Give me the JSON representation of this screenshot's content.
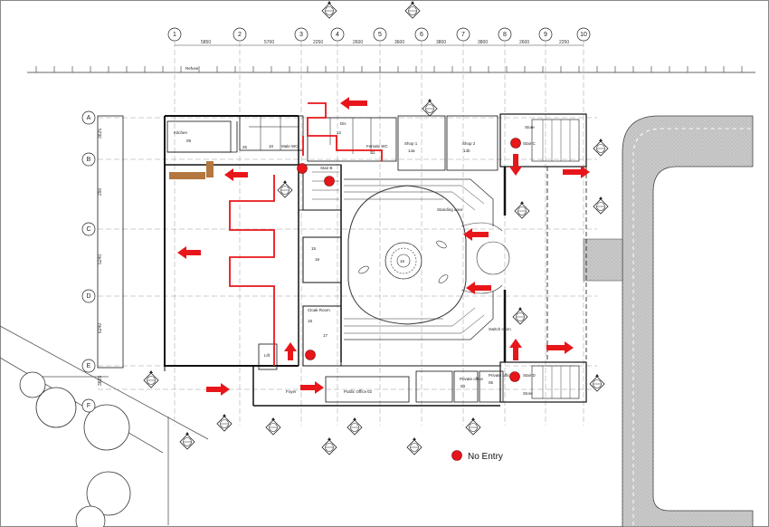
{
  "grid_columns": [
    "1",
    "2",
    "3",
    "4",
    "5",
    "6",
    "7",
    "8",
    "9",
    "10"
  ],
  "grid_rows": [
    "A",
    "B",
    "C",
    "D",
    "E",
    "F"
  ],
  "dimensions_top": [
    "5850",
    "5700",
    "2250",
    "2600",
    "3600",
    "3800",
    "3800",
    "2600",
    "2250"
  ],
  "dimensions_left": [
    "3625",
    "290",
    "5240",
    "6240",
    "3825"
  ],
  "top_label": "Refuse",
  "rooms": {
    "kitchen": "Kitchen",
    "male_wc": "Male WC",
    "dis": "Dis",
    "female_wc": "Female WC",
    "shop1": "Shop 1",
    "shop2": "Shop 2",
    "store_top": "Store",
    "stair_b": "Stair B",
    "stair_c": "Stair C",
    "stair_d": "Stair D",
    "standing_area": "Standing area",
    "cloak_room": "Cloak Room",
    "switch_room": "Switch room",
    "foyer": "Foyer",
    "public_office": "Public Office",
    "private_office1": "Private office",
    "private_office2": "Private office",
    "store_bottom": "Store",
    "lift": "Lift"
  },
  "room_numbers": {
    "kitchen": "09",
    "store_k": "25",
    "male_wc": "10",
    "dis": "12",
    "female_wc": "11",
    "shop1": "14a",
    "shop2": "14b",
    "central": "16",
    "room15": "15",
    "room16": "16",
    "cloak": "18",
    "room17": "17",
    "public_office": "02",
    "pvt1": "04",
    "pvt2": "05"
  },
  "legend": {
    "label": "No Entry"
  },
  "colors": {
    "arrow": "#e8161a",
    "no_entry": "#e8161a",
    "route_line": "#e8161a",
    "barrier": "#b3773f",
    "wall": "#111111",
    "road": "#bfbfbf"
  }
}
